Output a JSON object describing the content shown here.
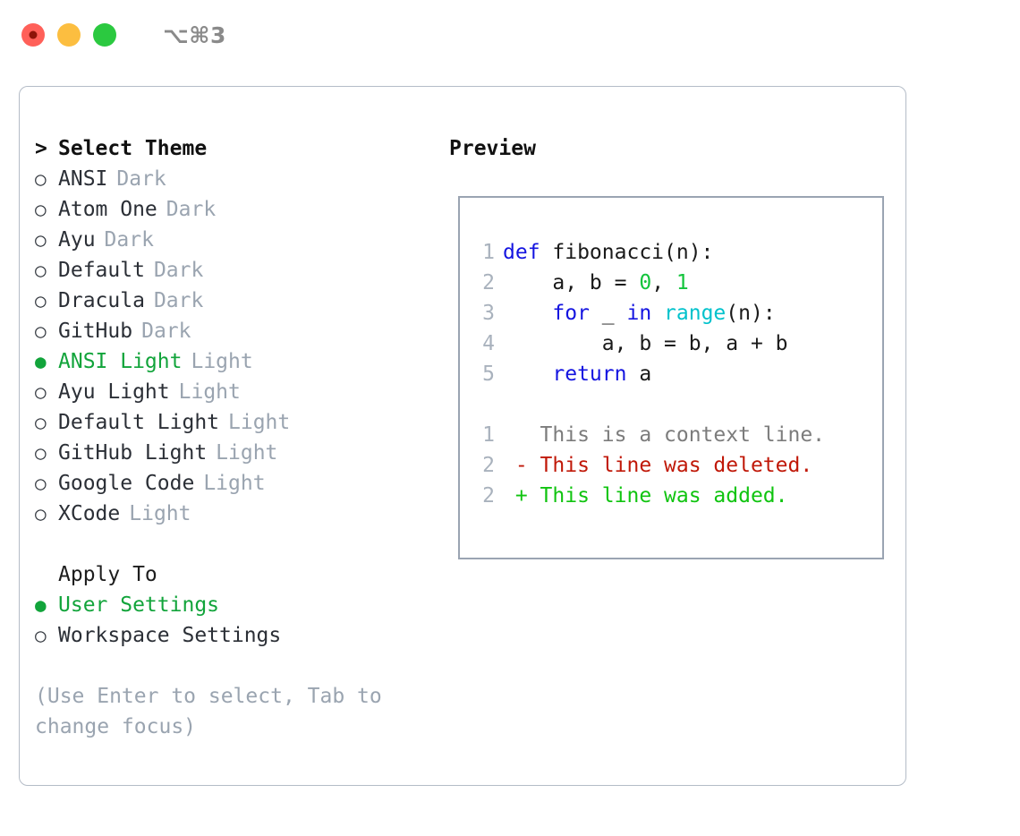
{
  "window": {
    "traffic_lights": [
      {
        "name": "close",
        "color": "#ff6059",
        "active": true
      },
      {
        "name": "minimize",
        "color": "#fcbe40",
        "active": false
      },
      {
        "name": "zoom",
        "color": "#2bc940",
        "active": false
      }
    ],
    "shortcut_label": "⌥⌘3"
  },
  "theme_panel": {
    "header_marker": ">",
    "header_label": "Select Theme",
    "radio_off": "○",
    "radio_on": "●",
    "items": [
      {
        "name": "ANSI",
        "kind": "Dark",
        "selected": false
      },
      {
        "name": "Atom One",
        "kind": "Dark",
        "selected": false
      },
      {
        "name": "Ayu",
        "kind": "Dark",
        "selected": false
      },
      {
        "name": "Default",
        "kind": "Dark",
        "selected": false
      },
      {
        "name": "Dracula",
        "kind": "Dark",
        "selected": false
      },
      {
        "name": "GitHub",
        "kind": "Dark",
        "selected": false
      },
      {
        "name": "ANSI Light",
        "kind": "Light",
        "selected": true
      },
      {
        "name": "Ayu Light",
        "kind": "Light",
        "selected": false
      },
      {
        "name": "Default Light",
        "kind": "Light",
        "selected": false
      },
      {
        "name": "GitHub Light",
        "kind": "Light",
        "selected": false
      },
      {
        "name": "Google Code",
        "kind": "Light",
        "selected": false
      },
      {
        "name": "XCode",
        "kind": "Light",
        "selected": false
      }
    ]
  },
  "apply_to": {
    "header_label": "Apply To",
    "options": [
      {
        "name": "User Settings",
        "selected": true
      },
      {
        "name": "Workspace Settings",
        "selected": false
      }
    ]
  },
  "hint": {
    "text": "(Use Enter to select, Tab to change focus)"
  },
  "preview": {
    "header_label": "Preview",
    "code_lines": [
      {
        "lineno": "1",
        "tokens": [
          {
            "text": "def ",
            "type": "kw"
          },
          {
            "text": "fibonacci(n):",
            "type": "plain"
          }
        ]
      },
      {
        "lineno": "2",
        "tokens": [
          {
            "text": "    a, b = ",
            "type": "plain"
          },
          {
            "text": "0",
            "type": "num"
          },
          {
            "text": ", ",
            "type": "plain"
          },
          {
            "text": "1",
            "type": "num"
          }
        ]
      },
      {
        "lineno": "3",
        "tokens": [
          {
            "text": "    ",
            "type": "plain"
          },
          {
            "text": "for",
            "type": "kw"
          },
          {
            "text": " _ ",
            "type": "plain"
          },
          {
            "text": "in",
            "type": "kw"
          },
          {
            "text": " ",
            "type": "plain"
          },
          {
            "text": "range",
            "type": "fn"
          },
          {
            "text": "(n):",
            "type": "plain"
          }
        ]
      },
      {
        "lineno": "4",
        "tokens": [
          {
            "text": "        a, b = b, a + b",
            "type": "plain"
          }
        ]
      },
      {
        "lineno": "5",
        "tokens": [
          {
            "text": "    ",
            "type": "plain"
          },
          {
            "text": "return",
            "type": "kw"
          },
          {
            "text": " a",
            "type": "plain"
          }
        ]
      }
    ],
    "diff_lines": [
      {
        "lineno": "1",
        "tokens": [
          {
            "text": "   This is a context line.",
            "type": "ctx"
          }
        ]
      },
      {
        "lineno": "2",
        "tokens": [
          {
            "text": " - This line was deleted.",
            "type": "del"
          }
        ]
      },
      {
        "lineno": "2",
        "tokens": [
          {
            "text": " + This line was added.",
            "type": "add"
          }
        ]
      }
    ]
  },
  "colors": {
    "accent_green": "#12a43b",
    "muted_gray": "#9aa4b0",
    "keyword_blue": "#1414e0",
    "function_cyan": "#00c2cc",
    "number_green": "#12c43b",
    "diff_deleted_red": "#c01808",
    "diff_added_green": "#10c410",
    "border_gray": "#b4bcc7"
  }
}
